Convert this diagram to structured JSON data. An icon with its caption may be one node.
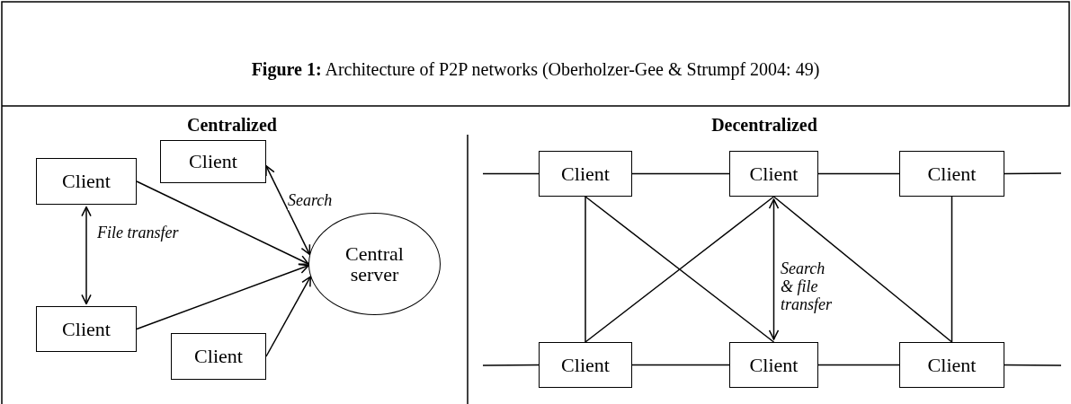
{
  "diagram": {
    "title": "**Figure 1:** Architecture of P2P networks (Oberholzer-Gee & Strumpf 2004: 49)",
    "nodes": [
      {
        "text": [
          "Client"
        ]
      },
      {
        "text": [
          "Client"
        ]
      },
      {
        "text": [
          "Central server"
        ]
      },
      {
        "text": [
          "Client"
        ]
      },
      {
        "text": [
          "Client"
        ]
      },
      {
        "text": [
          "Client"
        ]
      },
      {
        "text": [
          "Client"
        ]
      },
      {
        "text": [
          "Client"
        ]
      },
      {
        "text": [
          "Client"
        ]
      },
      {
        "text": [
          "Client"
        ]
      },
      {
        "text": [
          "Client"
        ]
      }
    ],
    "edges": [
      {
        "from": 0,
        "to": 2,
        "arrow": "both",
        "label": "Search"
      },
      {
        "from": 1,
        "to": 3,
        "arrow": "both",
        "label": "File transfer"
      },
      {
        "from": 1,
        "to": 2,
        "arrow": "to"
      },
      {
        "from": 3,
        "to": 2,
        "arrow": "to"
      },
      {
        "from": 4,
        "to": 2,
        "arrow": "to"
      },
      {
        "from": null,
        "to": 5,
        "arrow": "none"
      },
      {
        "from": 5,
        "to": 6,
        "arrow": "none"
      },
      {
        "from": 6,
        "to": 7,
        "arrow": "none"
      },
      {
        "from": 7,
        "to": null,
        "arrow": "none"
      },
      {
        "from": 5,
        "to": 8,
        "arrow": "none"
      },
      {
        "from": 5,
        "to": 9,
        "arrow": "none"
      },
      {
        "from": 8,
        "to": 6,
        "arrow": "none"
      },
      {
        "from": 6,
        "to": 9,
        "arrow": "both",
        "label": "Search & file transfer"
      },
      {
        "from": 6,
        "to": 10,
        "arrow": "none"
      },
      {
        "from": 7,
        "to": 10,
        "arrow": "none"
      },
      {
        "from": null,
        "to": 8,
        "arrow": "none"
      },
      {
        "from": 8,
        "to": 9,
        "arrow": "none"
      },
      {
        "from": 9,
        "to": 10,
        "arrow": "none"
      },
      {
        "from": 10,
        "to": null,
        "arrow": "none"
      }
    ],
    "labels": [
      "Centralized",
      "Decentralized"
    ]
  }
}
